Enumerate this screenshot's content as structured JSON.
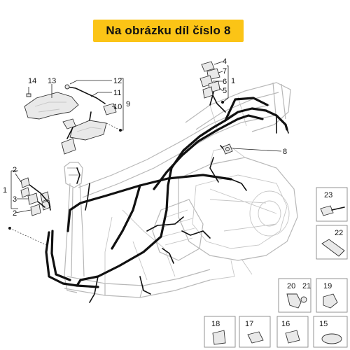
{
  "header": {
    "title": "Na obrázku díl číslo 8"
  },
  "callouts": {
    "n1a": "1",
    "n1b": "1",
    "n2a": "2",
    "n2b": "2",
    "n3": "3",
    "n4": "4",
    "n5": "5",
    "n6": "6",
    "n7": "7",
    "n8": "8",
    "n9": "9",
    "n10": "10",
    "n11": "11",
    "n12": "12",
    "n13": "13",
    "n14": "14"
  },
  "detail_boxes": {
    "b15": "15",
    "b16": "16",
    "b17": "17",
    "b18": "18",
    "b19": "19",
    "b20": "20",
    "b21": "21",
    "b22": "22",
    "b23": "23"
  },
  "colors": {
    "banner": "#fbc416",
    "frame": "#b8b8b8",
    "harness": "#111111"
  }
}
